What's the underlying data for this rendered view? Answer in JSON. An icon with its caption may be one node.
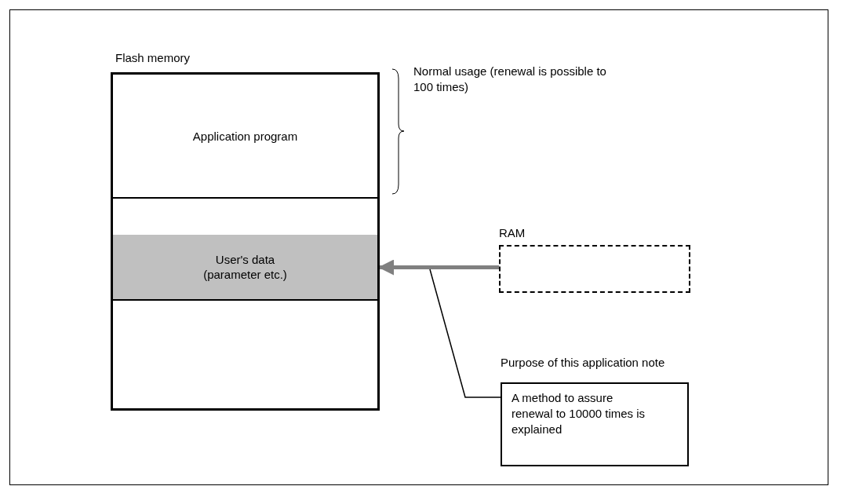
{
  "diagram": {
    "nodes": [
      {
        "text": [
          "Flash memory"
        ]
      },
      {
        "text": [
          "Application program"
        ],
        "in": 0,
        "beside": [
          "Normal usage (renewal is possible to 100 times)"
        ]
      },
      {
        "text": [],
        "shape": "box",
        "in": 0
      },
      {
        "text": [
          "User's data (parameter etc.)"
        ],
        "in": 0
      },
      {
        "text": [],
        "shape": "box",
        "in": 0
      },
      {
        "text": [
          "RAM"
        ]
      },
      {
        "text": [
          "Purpose of this application note",
          "A method to assure renewal to 10000 times is explained"
        ]
      }
    ],
    "edges": [
      {
        "from": 5,
        "to": 3,
        "arrow": "to",
        "style": "thick",
        "color": "#808080"
      },
      {
        "from": 6,
        "to": null,
        "arrow": "none",
        "color": "#000000"
      }
    ]
  }
}
